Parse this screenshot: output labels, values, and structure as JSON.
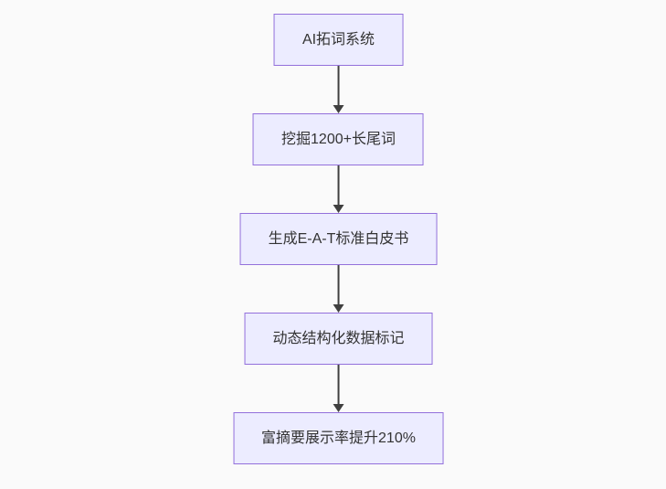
{
  "flowchart": {
    "type": "flowchart",
    "direction": "top-down",
    "colors": {
      "canvas_bg": "#fafafa",
      "node_fill": "#ececff",
      "node_border": "#9370db",
      "node_text": "#333333",
      "arrow": "#3f3f3f"
    },
    "nodes": [
      {
        "label": "AI拓词系统"
      },
      {
        "label": "挖掘1200+长尾词"
      },
      {
        "label": "生成E-A-T标准白皮书"
      },
      {
        "label": "动态结构化数据标记"
      },
      {
        "label": "富摘要展示率提升210%"
      }
    ],
    "edges": [
      {
        "from": "AI拓词系统",
        "to": "挖掘1200+长尾词"
      },
      {
        "from": "挖掘1200+长尾词",
        "to": "生成E-A-T标准白皮书"
      },
      {
        "from": "生成E-A-T标准白皮书",
        "to": "动态结构化数据标记"
      },
      {
        "from": "动态结构化数据标记",
        "to": "富摘要展示率提升210%"
      }
    ]
  }
}
